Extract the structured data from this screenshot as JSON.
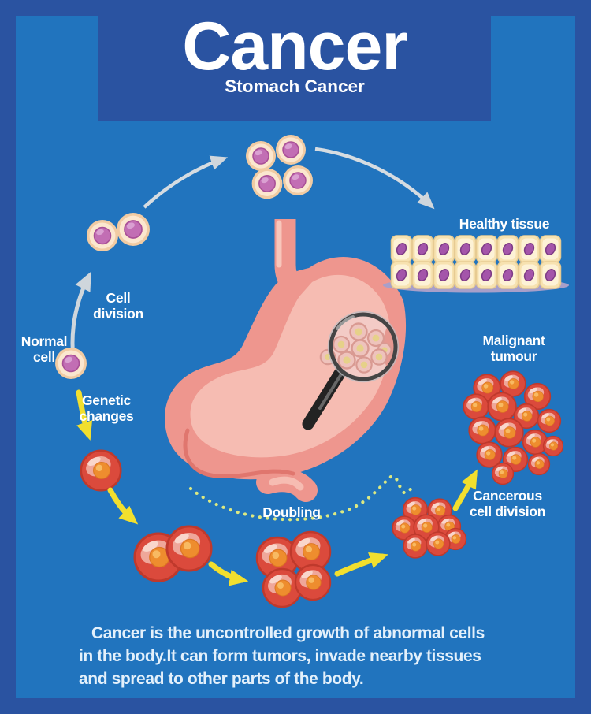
{
  "header": {
    "title": "Cancer",
    "subtitle": "Stomach Cancer"
  },
  "labels": {
    "healthy_tissue": "Healthy tissue",
    "cell_division": "Cell division",
    "normal_cell": "Normal cell",
    "genetic_changes": "Genetic changes",
    "doubling": "Doubling",
    "malignant_tumour": "Malignant tumour",
    "cancerous_cell_division": "Cancerous cell division"
  },
  "description": {
    "lines": [
      "Cancer is the uncontrolled growth of abnormal cells",
      "in the body.It can form tumors, invade nearby tissues",
      "and spread to other parts of the body."
    ]
  },
  "colors": {
    "frame_dark_blue": "#2a53a1",
    "panel_light_blue": "#2174be",
    "stomach_salmon": "#ee968e",
    "stomach_highlight": "#f6bcb2",
    "cancer_cell_red": "#db4a3c",
    "cancer_nucleus_orange": "#ee8d2e",
    "normal_cell_cream": "#fbe7cf",
    "normal_nucleus_purple": "#c26eb4",
    "tissue_cell_cream": "#f7e2b0",
    "tissue_nucleus_purple": "#a455aa",
    "arrow_yellow": "#f2df2e",
    "arrow_gray": "#cfd6dc",
    "dotted_line": "#dce982",
    "text_white": "#ffffff"
  }
}
